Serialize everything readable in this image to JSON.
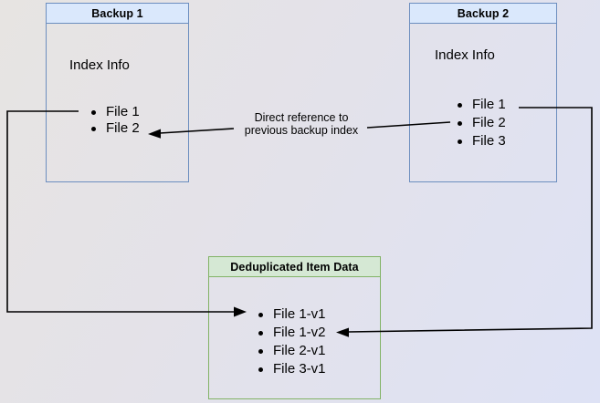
{
  "nodes": {
    "backup1": {
      "title": "Backup 1",
      "subtitle": "Index Info",
      "items": [
        "File 1",
        "File 2"
      ]
    },
    "backup2": {
      "title": "Backup 2",
      "subtitle": "Index Info",
      "items": [
        "File 1",
        "File 2",
        "File 3"
      ]
    },
    "dedup": {
      "title": "Deduplicated Item Data",
      "items": [
        "File 1-v1",
        "File 1-v2",
        "File 2-v1",
        "File 3-v1"
      ]
    }
  },
  "annotation": {
    "line1": "Direct reference to",
    "line2": "previous backup index"
  },
  "colors": {
    "blue_border": "#6c8ebf",
    "blue_fill": "#dae8fc",
    "green_border": "#82b366",
    "green_fill": "#d5e8d4",
    "arrow": "#000000"
  }
}
